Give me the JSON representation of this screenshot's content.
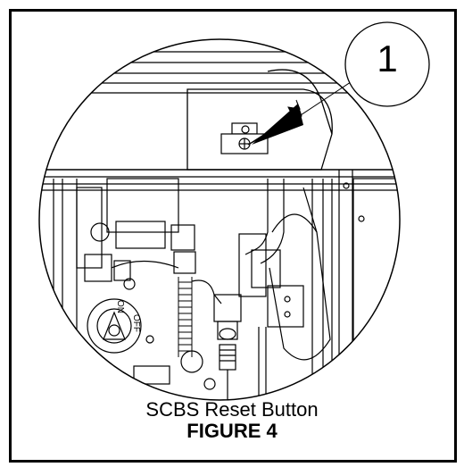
{
  "figure": {
    "callout_number": "1",
    "caption_title": "SCBS Reset Button",
    "caption_label": "FIGURE 4",
    "switch_on_label": "ON",
    "switch_off_label": "OFF"
  }
}
